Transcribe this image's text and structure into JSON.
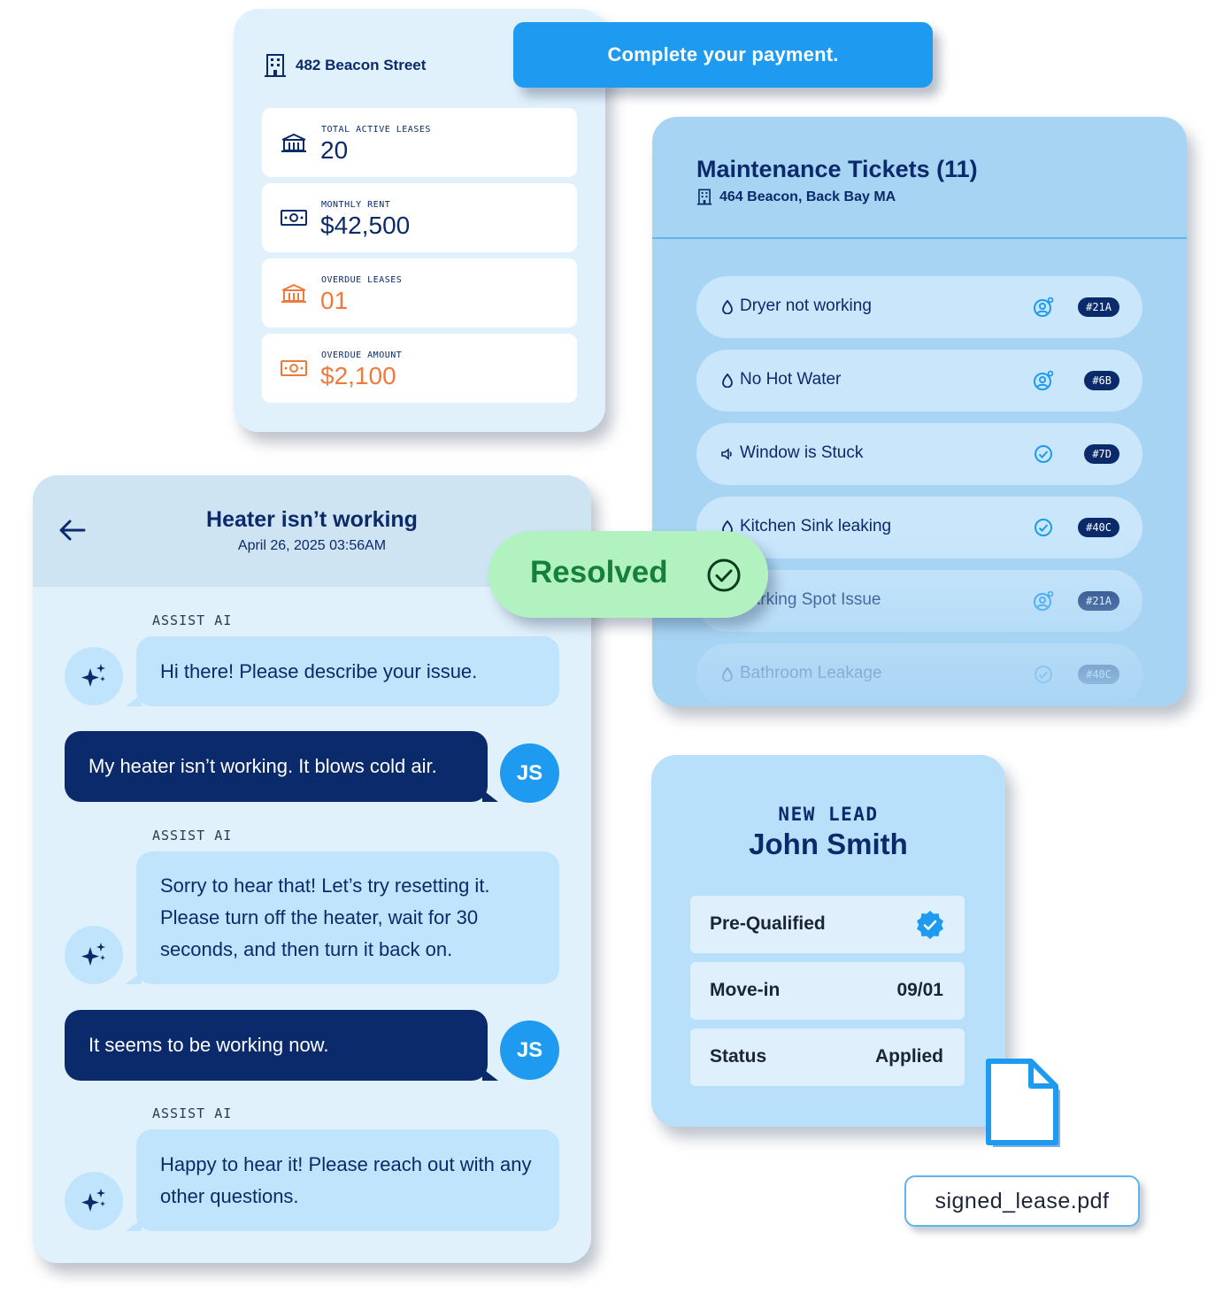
{
  "property": {
    "address": "482 Beacon Street",
    "stats": [
      {
        "label": "TOTAL ACTIVE LEASES",
        "value": "20",
        "icon": "building-icon",
        "tone": "normal"
      },
      {
        "label": "MONTHLY RENT",
        "value": "$42,500",
        "icon": "cash-icon",
        "tone": "normal"
      },
      {
        "label": "OVERDUE LEASES",
        "value": "01",
        "icon": "building-icon",
        "tone": "warning"
      },
      {
        "label": "OVERDUE AMOUNT",
        "value": "$2,100",
        "icon": "cash-icon",
        "tone": "warning"
      }
    ]
  },
  "payment_banner": {
    "text": "Complete your payment."
  },
  "maintenance": {
    "title": "Maintenance Tickets (11)",
    "location": "464 Beacon, Back Bay MA",
    "tickets": [
      {
        "name": "Dryer not working",
        "id": "#21A",
        "status_icon": "assigned-user-icon",
        "type_icon": "water-drop-icon"
      },
      {
        "name": "No Hot Water",
        "id": "#6B",
        "status_icon": "assigned-user-icon",
        "type_icon": "water-drop-icon"
      },
      {
        "name": "Window is Stuck",
        "id": "#7D",
        "status_icon": "check-circle-icon",
        "type_icon": "speaker-icon"
      },
      {
        "name": "Kitchen Sink leaking",
        "id": "#40C",
        "status_icon": "check-circle-icon",
        "type_icon": "water-drop-icon"
      },
      {
        "name": "Parking Spot Issue",
        "id": "#21A",
        "status_icon": "assigned-user-icon",
        "type_icon": "water-drop-icon"
      },
      {
        "name": "Bathroom Leakage",
        "id": "#40C",
        "status_icon": "check-circle-icon",
        "type_icon": "water-drop-icon"
      }
    ]
  },
  "chat": {
    "title": "Heater isn’t working",
    "timestamp": "April 26, 2025 03:56AM",
    "ai_label": "ASSIST AI",
    "user_initials": "JS",
    "messages": [
      {
        "from": "ai",
        "text": "Hi there! Please describe your issue."
      },
      {
        "from": "user",
        "text": "My heater isn’t working. It blows cold air."
      },
      {
        "from": "ai",
        "text": "Sorry to hear that! Let’s try resetting it. Please turn off the heater, wait for 30 seconds, and then turn it back on."
      },
      {
        "from": "user",
        "text": "It seems to be working now."
      },
      {
        "from": "ai",
        "text": "Happy to hear it! Please reach out with any other questions."
      }
    ]
  },
  "resolved": {
    "text": "Resolved"
  },
  "lead": {
    "kicker": "NEW LEAD",
    "name": "John Smith",
    "rows": [
      {
        "label": "Pre-Qualified",
        "value": ""
      },
      {
        "label": "Move-in",
        "value": "09/01"
      },
      {
        "label": "Status",
        "value": "Applied"
      }
    ]
  },
  "file": {
    "name": "signed_lease.pdf"
  },
  "colors": {
    "navy": "#0b2a6b",
    "accent_blue": "#1e9bf0",
    "warning_orange": "#f07a3c",
    "success_green": "#14803a",
    "resolved_bg": "#b2f2c1"
  }
}
